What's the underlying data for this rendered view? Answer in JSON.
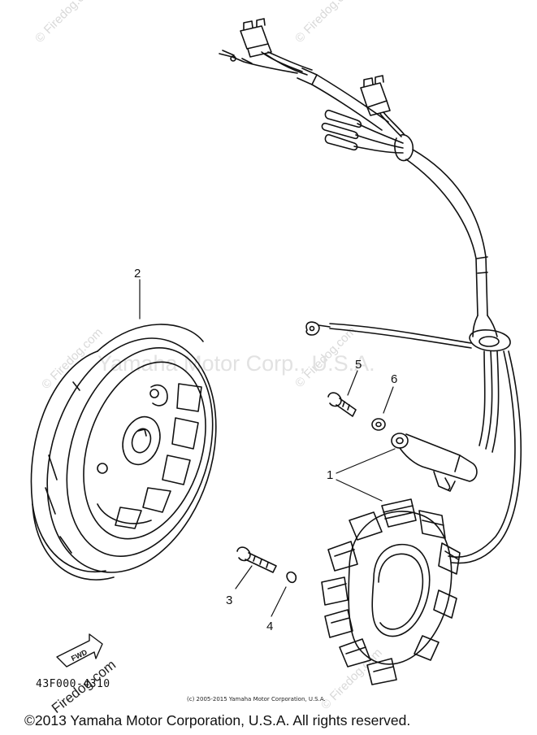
{
  "watermarks": {
    "center": "Yamaha Motor Corp., U.S.A.",
    "site": "© Firedog.com",
    "corner": "Firedog.com"
  },
  "callouts": [
    {
      "id": "1",
      "label": "1"
    },
    {
      "id": "2",
      "label": "2"
    },
    {
      "id": "3",
      "label": "3"
    },
    {
      "id": "4",
      "label": "4"
    },
    {
      "id": "5",
      "label": "5"
    },
    {
      "id": "6",
      "label": "6"
    }
  ],
  "fwd_label": "FWD",
  "part_number": "43F000-4310",
  "small_copyright": "(c) 2005-2015 Yamaha Motor Corporation, U.S.A.",
  "footer_copyright": "©2013 Yamaha Motor Corporation, U.S.A. All rights reserved.",
  "colors": {
    "ink": "#111111",
    "watermark": "#d9d9d9",
    "background": "#ffffff"
  }
}
